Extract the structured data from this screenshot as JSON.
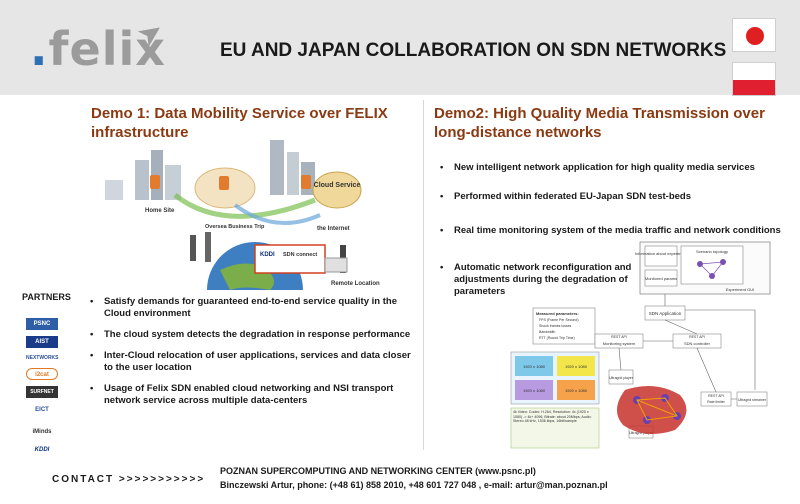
{
  "header": {
    "logo_text": "felix",
    "title": "EU AND JAPAN COLLABORATION ON SDN NETWORKS"
  },
  "flags": [
    "japan-flag",
    "poland-flag"
  ],
  "demo1": {
    "title": "Demo 1:  Data Mobility Service over FELIX infrastructure",
    "diagram_labels": {
      "home_site": "Home Site",
      "cloud_service": "Cloud Service",
      "oversea_trip": "Oversea Business Trip",
      "internet": "the Internet",
      "remote_location": "Remote Location",
      "sdn_connect": "SDN connect"
    },
    "bullets": [
      "Satisfy demands for guaranteed end-to-end service quality in the Cloud environment",
      "The cloud system detects the degradation in response performance",
      "Inter-Cloud relocation of user applications, services and data closer to the user location",
      "Usage of Felix SDN enabled cloud networking and NSI transport network service across multiple data-centers"
    ]
  },
  "demo2": {
    "title": "Demo2: High Quality Media Transmission over long-distance networks",
    "bullets": [
      "New intelligent network application for high quality media services",
      "Performed within federated EU-Japan SDN test-beds",
      "Real time monitoring system of the media traffic and network conditions",
      "Automatic network reconfiguration and adjustments during the degradation of parameters"
    ],
    "diagram_labels": {
      "information": "Information about experiment",
      "scenario_topology": "Scenario topology",
      "monitored_params": "Monitored params",
      "experiment_gui": "Experiment GUI",
      "sdn_application": "SDN Application",
      "measured_params": "Measured parameters:",
      "param_fps": "FPS (Frame Per Second)",
      "param_frames_lost": "Shock frames losses",
      "param_bandwidth": "Bandwidth",
      "param_rtt": "RTT (Round Trip Time)",
      "rest_api_1": "REST API",
      "monitoring_system": "Monitoring system",
      "rest_api_2": "REST API",
      "sdn_controller": "SDN controller",
      "rest_api_3": "REST API",
      "rate_limiter": "Rate limiter",
      "ultragrid_1": "Ultragrid player",
      "ultragrid_2": "Ultragrid player",
      "ultragrid_3": "Ultragrid streamer",
      "tile_1": "1920 x 1080",
      "tile_2": "1920 x 1080",
      "tile_3": "1920 x 1080",
      "tile_4": "1920 x 1080",
      "video_spec": "4k Video: Codec: H.264, Resolution: 4x (1920 x 1080) -> 4k+ 4096, Bitrate: about 20Mbps; Audio: Stereo 48 kHz, 1536 kbps, 16bit/sample"
    }
  },
  "partners": {
    "label": "PARTNERS",
    "logos": [
      "PSNC",
      "AIST",
      "NEXTWORKS",
      "i2cat",
      "SURFNET",
      "EICT",
      "iMinds",
      "KDDI"
    ]
  },
  "footer": {
    "contact_label": "CONTACT  >>>>>>>>>>>",
    "org_line": "POZNAN SUPERCOMPUTING AND NETWORKING CENTER (www.psnc.pl)",
    "person_line": "Binczewski Artur, phone: (+48 61)  858 2010, +48 601 727 048 , e-mail: artur@man.poznan.pl"
  },
  "colors": {
    "title_brown": "#8a3a12",
    "header_gray": "#e6e6e6",
    "logo_blue": "#2f6fb5"
  }
}
